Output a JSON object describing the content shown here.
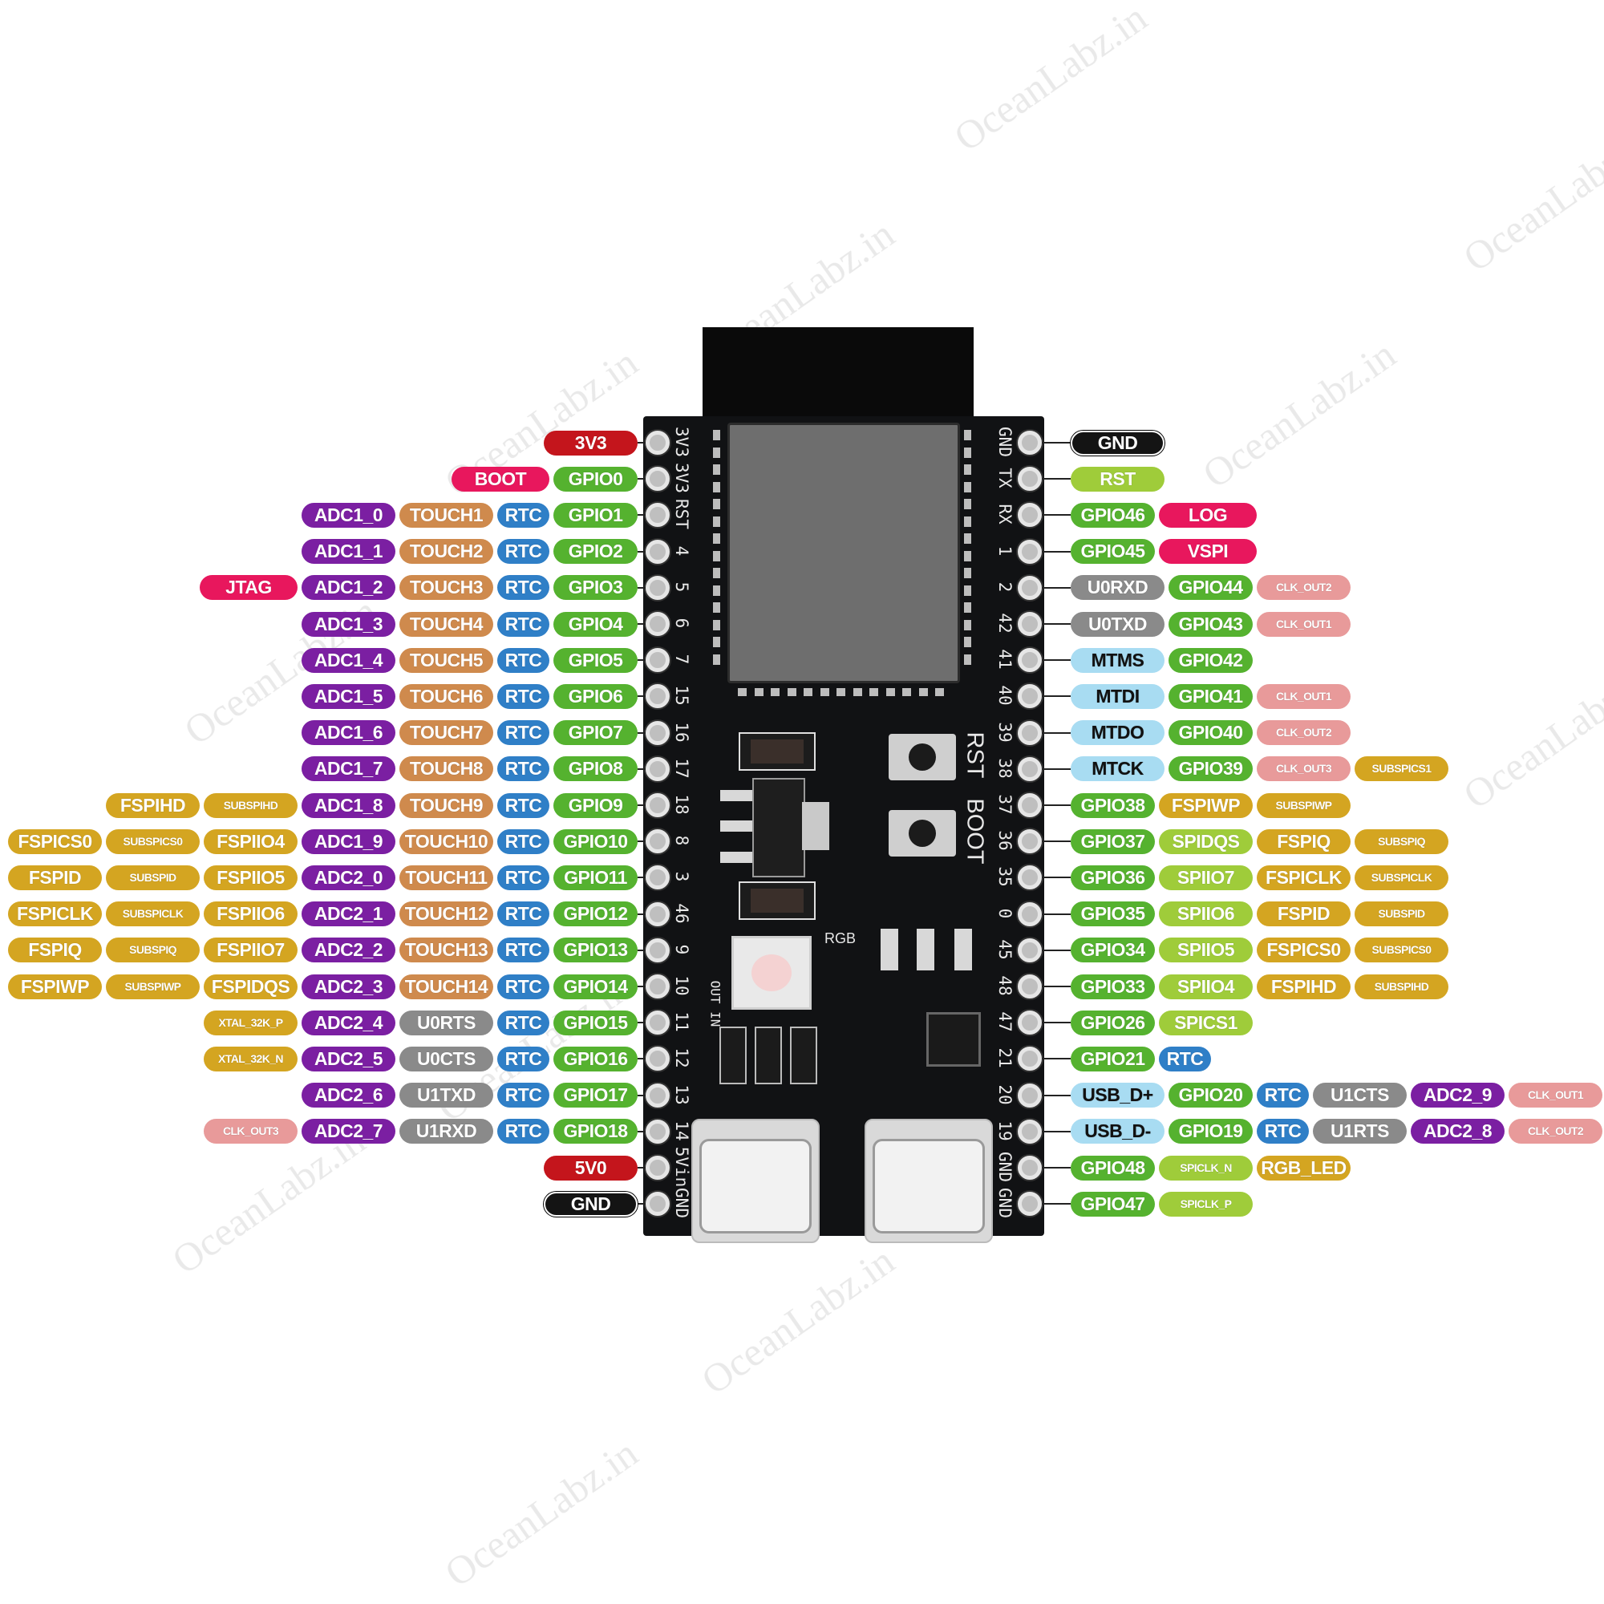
{
  "watermark": "OceanLabz.in",
  "colors": {
    "red": "#c4151c",
    "pink": "#e8175d",
    "black": "#141414",
    "green": "#55b22f",
    "lime": "#9fcc3a",
    "purple": "#7b1fa2",
    "orange": "#cf8a4d",
    "blue": "#2f7fc7",
    "mustard": "#d4a521",
    "gray": "#8a8a8a",
    "salmon": "#e89a9a",
    "cyan": "#a8dcf2",
    "board": "#111214"
  },
  "silkscreen": {
    "left": [
      "3V3",
      "3V3",
      "RST",
      "4",
      "5",
      "6",
      "7",
      "15",
      "16",
      "17",
      "18",
      "8",
      "3",
      "46",
      "9",
      "10",
      "11",
      "12",
      "13",
      "14",
      "5Vin",
      "GND"
    ],
    "right": [
      "GND",
      "TX",
      "RX",
      "1",
      "2",
      "42",
      "41",
      "40",
      "39",
      "38",
      "37",
      "36",
      "35",
      "0",
      "45",
      "48",
      "47",
      "21",
      "20",
      "19",
      "GND",
      "GND"
    ],
    "buttons": [
      "RST",
      "BOOT"
    ],
    "rgb": "RGB",
    "ldo": "OUT IN"
  },
  "left_rows": [
    [
      {
        "t": "3V3",
        "c": "red"
      }
    ],
    [
      {
        "t": "BOOT",
        "c": "pink",
        "w": 122
      },
      {
        "t": "GPIO0",
        "c": "green"
      }
    ],
    [
      {
        "t": "ADC1_0",
        "c": "purple"
      },
      {
        "t": "TOUCH1",
        "c": "orange"
      },
      {
        "t": "RTC",
        "c": "blue"
      },
      {
        "t": "GPIO1",
        "c": "green"
      }
    ],
    [
      {
        "t": "ADC1_1",
        "c": "purple"
      },
      {
        "t": "TOUCH2",
        "c": "orange"
      },
      {
        "t": "RTC",
        "c": "blue"
      },
      {
        "t": "GPIO2",
        "c": "green"
      }
    ],
    [
      {
        "t": "JTAG",
        "c": "pink",
        "w": 122
      },
      {
        "t": "ADC1_2",
        "c": "purple"
      },
      {
        "t": "TOUCH3",
        "c": "orange"
      },
      {
        "t": "RTC",
        "c": "blue"
      },
      {
        "t": "GPIO3",
        "c": "green"
      }
    ],
    [
      {
        "t": "ADC1_3",
        "c": "purple"
      },
      {
        "t": "TOUCH4",
        "c": "orange"
      },
      {
        "t": "RTC",
        "c": "blue"
      },
      {
        "t": "GPIO4",
        "c": "green"
      }
    ],
    [
      {
        "t": "ADC1_4",
        "c": "purple"
      },
      {
        "t": "TOUCH5",
        "c": "orange"
      },
      {
        "t": "RTC",
        "c": "blue"
      },
      {
        "t": "GPIO5",
        "c": "green"
      }
    ],
    [
      {
        "t": "ADC1_5",
        "c": "purple"
      },
      {
        "t": "TOUCH6",
        "c": "orange"
      },
      {
        "t": "RTC",
        "c": "blue"
      },
      {
        "t": "GPIO6",
        "c": "green"
      }
    ],
    [
      {
        "t": "ADC1_6",
        "c": "purple"
      },
      {
        "t": "TOUCH7",
        "c": "orange"
      },
      {
        "t": "RTC",
        "c": "blue"
      },
      {
        "t": "GPIO7",
        "c": "green"
      }
    ],
    [
      {
        "t": "ADC1_7",
        "c": "purple"
      },
      {
        "t": "TOUCH8",
        "c": "orange"
      },
      {
        "t": "RTC",
        "c": "blue"
      },
      {
        "t": "GPIO8",
        "c": "green"
      }
    ],
    [
      {
        "t": "FSPIHD",
        "c": "mustard"
      },
      {
        "t": "SUBSPIHD",
        "c": "mustard",
        "s": 1
      },
      {
        "t": "ADC1_8",
        "c": "purple"
      },
      {
        "t": "TOUCH9",
        "c": "orange"
      },
      {
        "t": "RTC",
        "c": "blue"
      },
      {
        "t": "GPIO9",
        "c": "green"
      }
    ],
    [
      {
        "t": "FSPICS0",
        "c": "mustard"
      },
      {
        "t": "SUBSPICS0",
        "c": "mustard",
        "s": 1
      },
      {
        "t": "FSPIIO4",
        "c": "mustard"
      },
      {
        "t": "ADC1_9",
        "c": "purple"
      },
      {
        "t": "TOUCH10",
        "c": "orange"
      },
      {
        "t": "RTC",
        "c": "blue"
      },
      {
        "t": "GPIO10",
        "c": "green"
      }
    ],
    [
      {
        "t": "FSPID",
        "c": "mustard"
      },
      {
        "t": "SUBSPID",
        "c": "mustard",
        "s": 1
      },
      {
        "t": "FSPIIO5",
        "c": "mustard"
      },
      {
        "t": "ADC2_0",
        "c": "purple"
      },
      {
        "t": "TOUCH11",
        "c": "orange"
      },
      {
        "t": "RTC",
        "c": "blue"
      },
      {
        "t": "GPIO11",
        "c": "green"
      }
    ],
    [
      {
        "t": "FSPICLK",
        "c": "mustard"
      },
      {
        "t": "SUBSPICLK",
        "c": "mustard",
        "s": 1
      },
      {
        "t": "FSPIIO6",
        "c": "mustard"
      },
      {
        "t": "ADC2_1",
        "c": "purple"
      },
      {
        "t": "TOUCH12",
        "c": "orange"
      },
      {
        "t": "RTC",
        "c": "blue"
      },
      {
        "t": "GPIO12",
        "c": "green"
      }
    ],
    [
      {
        "t": "FSPIQ",
        "c": "mustard"
      },
      {
        "t": "SUBSPIQ",
        "c": "mustard",
        "s": 1
      },
      {
        "t": "FSPIIO7",
        "c": "mustard"
      },
      {
        "t": "ADC2_2",
        "c": "purple"
      },
      {
        "t": "TOUCH13",
        "c": "orange"
      },
      {
        "t": "RTC",
        "c": "blue"
      },
      {
        "t": "GPIO13",
        "c": "green"
      }
    ],
    [
      {
        "t": "FSPIWP",
        "c": "mustard"
      },
      {
        "t": "SUBSPIWP",
        "c": "mustard",
        "s": 1
      },
      {
        "t": "FSPIDQS",
        "c": "mustard"
      },
      {
        "t": "ADC2_3",
        "c": "purple"
      },
      {
        "t": "TOUCH14",
        "c": "orange"
      },
      {
        "t": "RTC",
        "c": "blue"
      },
      {
        "t": "GPIO14",
        "c": "green"
      }
    ],
    [
      {
        "t": "XTAL_32K_P",
        "c": "mustard",
        "s": 1
      },
      {
        "t": "ADC2_4",
        "c": "purple"
      },
      {
        "t": "U0RTS",
        "c": "gray"
      },
      {
        "t": "RTC",
        "c": "blue"
      },
      {
        "t": "GPIO15",
        "c": "green"
      }
    ],
    [
      {
        "t": "XTAL_32K_N",
        "c": "mustard",
        "s": 1
      },
      {
        "t": "ADC2_5",
        "c": "purple"
      },
      {
        "t": "U0CTS",
        "c": "gray"
      },
      {
        "t": "RTC",
        "c": "blue"
      },
      {
        "t": "GPIO16",
        "c": "green"
      }
    ],
    [
      {
        "t": "ADC2_6",
        "c": "purple"
      },
      {
        "t": "U1TXD",
        "c": "gray"
      },
      {
        "t": "RTC",
        "c": "blue"
      },
      {
        "t": "GPIO17",
        "c": "green"
      }
    ],
    [
      {
        "t": "CLK_OUT3",
        "c": "salmon",
        "s": 1
      },
      {
        "t": "ADC2_7",
        "c": "purple"
      },
      {
        "t": "U1RXD",
        "c": "gray"
      },
      {
        "t": "RTC",
        "c": "blue"
      },
      {
        "t": "GPIO18",
        "c": "green"
      }
    ],
    [
      {
        "t": "5V0",
        "c": "red"
      }
    ],
    [
      {
        "t": "GND",
        "c": "black"
      }
    ]
  ],
  "right_rows": [
    [
      {
        "t": "GND",
        "c": "black"
      }
    ],
    [
      {
        "t": "RST",
        "c": "lime"
      }
    ],
    [
      {
        "t": "GPIO46",
        "c": "green"
      },
      {
        "t": "LOG",
        "c": "pink",
        "w": 122
      }
    ],
    [
      {
        "t": "GPIO45",
        "c": "green"
      },
      {
        "t": "VSPI",
        "c": "pink",
        "w": 122
      }
    ],
    [
      {
        "t": "U0RXD",
        "c": "gray"
      },
      {
        "t": "GPIO44",
        "c": "green"
      },
      {
        "t": "CLK_OUT2",
        "c": "salmon",
        "s": 1
      }
    ],
    [
      {
        "t": "U0TXD",
        "c": "gray"
      },
      {
        "t": "GPIO43",
        "c": "green"
      },
      {
        "t": "CLK_OUT1",
        "c": "salmon",
        "s": 1
      }
    ],
    [
      {
        "t": "MTMS",
        "c": "cyan"
      },
      {
        "t": "GPIO42",
        "c": "green"
      }
    ],
    [
      {
        "t": "MTDI",
        "c": "cyan"
      },
      {
        "t": "GPIO41",
        "c": "green"
      },
      {
        "t": "CLK_OUT1",
        "c": "salmon",
        "s": 1
      }
    ],
    [
      {
        "t": "MTDO",
        "c": "cyan"
      },
      {
        "t": "GPIO40",
        "c": "green"
      },
      {
        "t": "CLK_OUT2",
        "c": "salmon",
        "s": 1
      }
    ],
    [
      {
        "t": "MTCK",
        "c": "cyan"
      },
      {
        "t": "GPIO39",
        "c": "green"
      },
      {
        "t": "CLK_OUT3",
        "c": "salmon",
        "s": 1
      },
      {
        "t": "SUBSPICS1",
        "c": "mustard",
        "s": 1
      }
    ],
    [
      {
        "t": "GPIO38",
        "c": "green"
      },
      {
        "t": "FSPIWP",
        "c": "mustard"
      },
      {
        "t": "SUBSPIWP",
        "c": "mustard",
        "s": 1
      }
    ],
    [
      {
        "t": "GPIO37",
        "c": "green"
      },
      {
        "t": "SPIDQS",
        "c": "lime"
      },
      {
        "t": "FSPIQ",
        "c": "mustard"
      },
      {
        "t": "SUBSPIQ",
        "c": "mustard",
        "s": 1
      }
    ],
    [
      {
        "t": "GPIO36",
        "c": "green"
      },
      {
        "t": "SPIIO7",
        "c": "lime"
      },
      {
        "t": "FSPICLK",
        "c": "mustard"
      },
      {
        "t": "SUBSPICLK",
        "c": "mustard",
        "s": 1
      }
    ],
    [
      {
        "t": "GPIO35",
        "c": "green"
      },
      {
        "t": "SPIIO6",
        "c": "lime"
      },
      {
        "t": "FSPID",
        "c": "mustard"
      },
      {
        "t": "SUBSPID",
        "c": "mustard",
        "s": 1
      }
    ],
    [
      {
        "t": "GPIO34",
        "c": "green"
      },
      {
        "t": "SPIIO5",
        "c": "lime"
      },
      {
        "t": "FSPICS0",
        "c": "mustard"
      },
      {
        "t": "SUBSPICS0",
        "c": "mustard",
        "s": 1
      }
    ],
    [
      {
        "t": "GPIO33",
        "c": "green"
      },
      {
        "t": "SPIIO4",
        "c": "lime"
      },
      {
        "t": "FSPIHD",
        "c": "mustard"
      },
      {
        "t": "SUBSPIHD",
        "c": "mustard",
        "s": 1
      }
    ],
    [
      {
        "t": "GPIO26",
        "c": "green"
      },
      {
        "t": "SPICS1",
        "c": "lime"
      }
    ],
    [
      {
        "t": "GPIO21",
        "c": "green"
      },
      {
        "t": "RTC",
        "c": "blue"
      }
    ],
    [
      {
        "t": "USB_D+",
        "c": "cyan"
      },
      {
        "t": "GPIO20",
        "c": "green"
      },
      {
        "t": "RTC",
        "c": "blue"
      },
      {
        "t": "U1CTS",
        "c": "gray"
      },
      {
        "t": "ADC2_9",
        "c": "purple"
      },
      {
        "t": "CLK_OUT1",
        "c": "salmon",
        "s": 1
      }
    ],
    [
      {
        "t": "USB_D-",
        "c": "cyan"
      },
      {
        "t": "GPIO19",
        "c": "green"
      },
      {
        "t": "RTC",
        "c": "blue"
      },
      {
        "t": "U1RTS",
        "c": "gray"
      },
      {
        "t": "ADC2_8",
        "c": "purple"
      },
      {
        "t": "CLK_OUT2",
        "c": "salmon",
        "s": 1
      }
    ],
    [
      {
        "t": "GPIO48",
        "c": "green"
      },
      {
        "t": "SPICLK_N",
        "c": "lime",
        "s": 1
      },
      {
        "t": "RGB_LED",
        "c": "mustard"
      }
    ],
    [
      {
        "t": "GPIO47",
        "c": "green"
      },
      {
        "t": "SPICLK_P",
        "c": "lime",
        "s": 1
      }
    ]
  ]
}
